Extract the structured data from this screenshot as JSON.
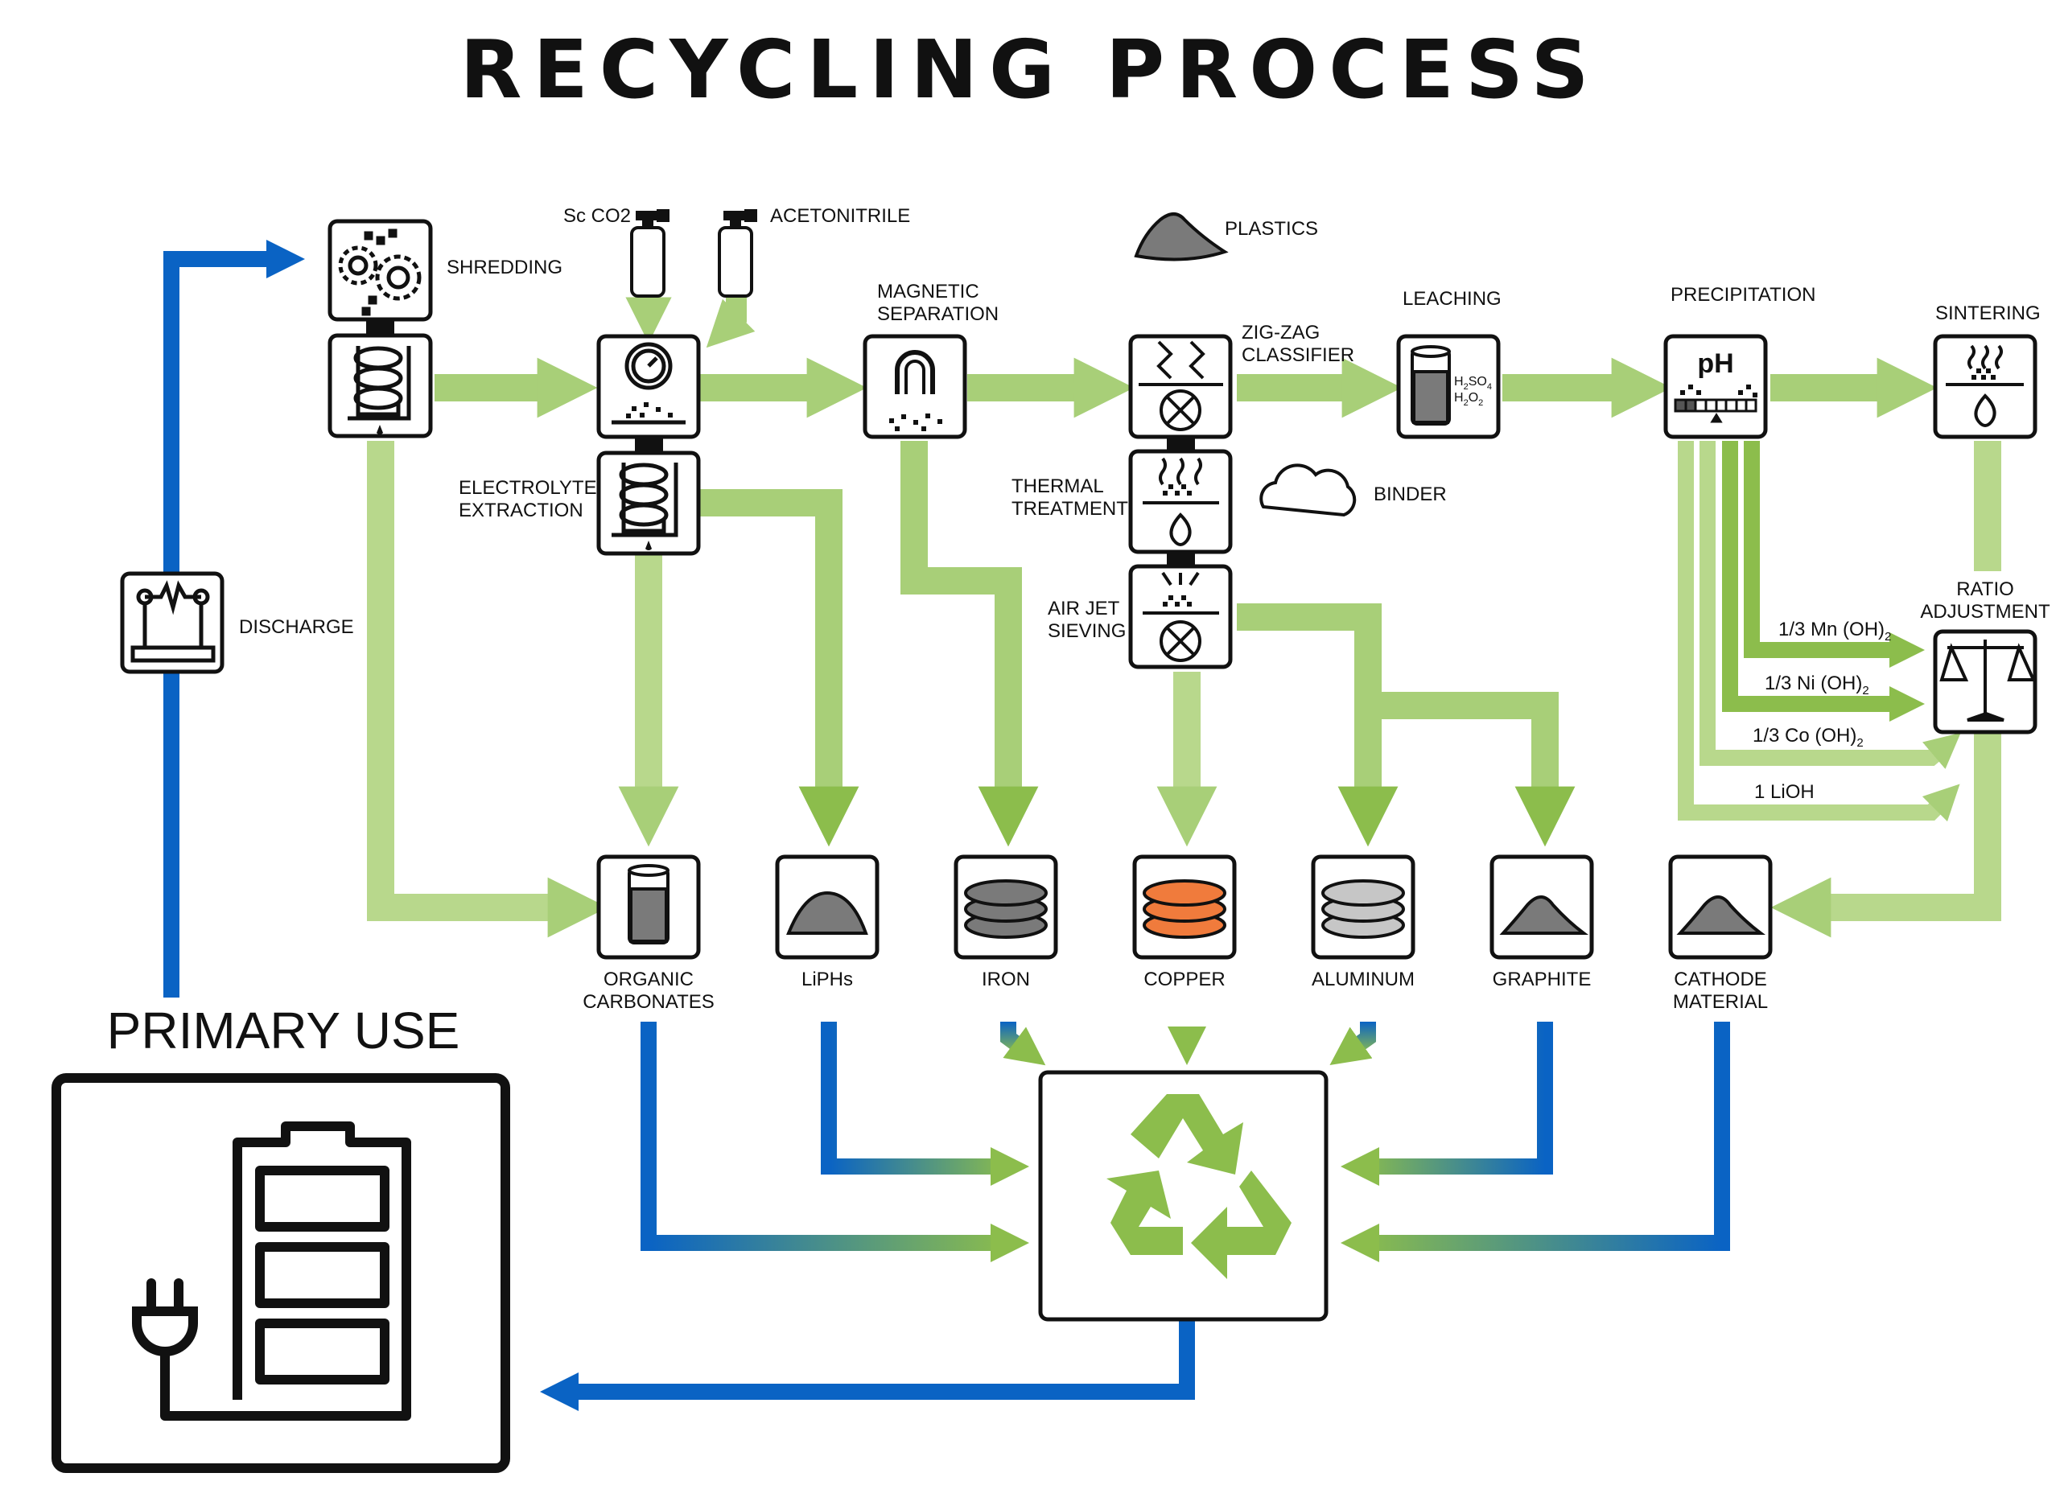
{
  "title": "RECYCLING PROCESS",
  "colors": {
    "green": "#8cbd4c",
    "green_light": "#b8d88c",
    "blue": "#0a63c4",
    "copper": "#f07b3c",
    "grey": "#7a7a7a",
    "border": "#111111"
  },
  "stages": {
    "shredding": "SHREDDING",
    "discharge": "DISCHARGE",
    "sc_co2": "Sc CO2",
    "acetonitrile": "ACETONITRILE",
    "electrolyte_1": "ELECTROLYTE",
    "electrolyte_2": "EXTRACTION",
    "magnetic_1": "MAGNETIC",
    "magnetic_2": "SEPARATION",
    "plastics": "PLASTICS",
    "zigzag_1": "ZIG-ZAG",
    "zigzag_2": "CLASSIFIER",
    "thermal_1": "THERMAL",
    "thermal_2": "TREATMENT",
    "binder": "BINDER",
    "airjet_1": "AIR JET",
    "airjet_2": "SIEVING",
    "leaching": "LEACHING",
    "precipitation": "PRECIPITATION",
    "sintering": "SINTERING",
    "ratio_1": "RATIO",
    "ratio_2": "ADJUSTMENT",
    "ph": "pH",
    "h2so4": "H",
    "h2so4_sub": "2",
    "h2so4_rest": "SO",
    "h2so4_sub2": "4",
    "h2o2": "H",
    "h2o2_sub": "2",
    "h2o2_rest": "O",
    "h2o2_sub2": "2"
  },
  "streams": {
    "mn": "1/3 Mn (OH)",
    "mn_sub": "2",
    "ni": "1/3 Ni (OH)",
    "ni_sub": "2",
    "co": "1/3 Co (OH)",
    "co_sub": "2",
    "lioh": "1 LiOH"
  },
  "products": {
    "organic_1": "ORGANIC",
    "organic_2": "CARBONATES",
    "liphs": "LiPHs",
    "iron": "IRON",
    "copper": "COPPER",
    "aluminum": "ALUMINUM",
    "graphite": "GRAPHITE",
    "cathode_1": "CATHODE",
    "cathode_2": "MATERIAL"
  },
  "primary_use": "PRIMARY USE"
}
